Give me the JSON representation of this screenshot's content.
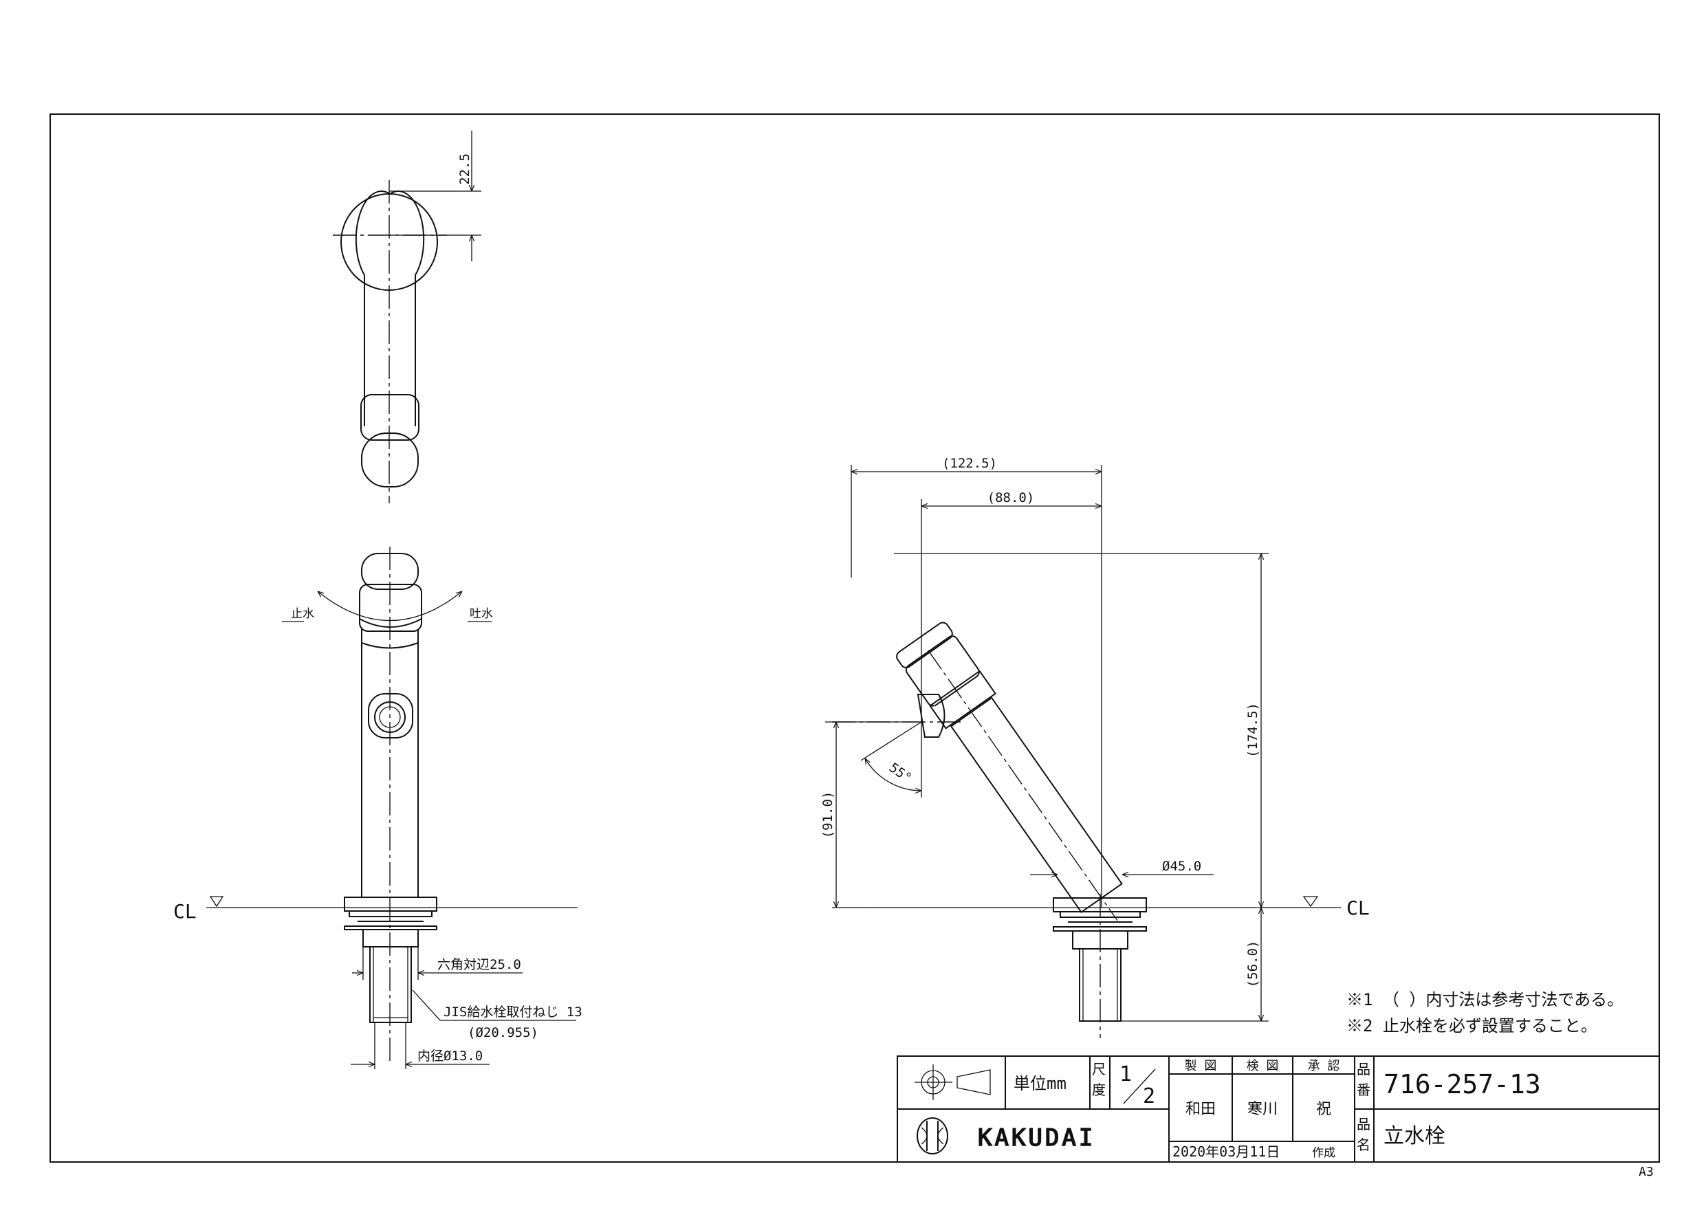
{
  "sheet": {
    "size": "A3"
  },
  "labels": {
    "stop": "止水",
    "discharge": "吐水",
    "cl_left": "CL",
    "cl_right": "CL"
  },
  "dims": {
    "top_view_offset": "22.5",
    "width_total": "(122.5)",
    "width_spout": "(88.0)",
    "height_total": "(174.5)",
    "height_outlet": "(91.0)",
    "angle": "55°",
    "diameter_body": "Ø45.0",
    "below_cl": "(56.0)",
    "hex": "六角対辺25.0",
    "jis_thread": "JIS給水栓取付ねじ 13",
    "thread_dia": "(Ø20.955)",
    "inner_dia": "内径Ø13.0"
  },
  "notes": [
    "※1 （ ）内寸法は参考寸法である。",
    "※2 止水栓を必ず設置すること。"
  ],
  "title_block": {
    "unit": "単位mm",
    "scale_label_1": "尺",
    "scale_label_2": "度",
    "scale_num": "1",
    "scale_den": "2",
    "drawn_label": "製 図",
    "checked_label": "検 図",
    "approved_label": "承 認",
    "drawn_by": "和田",
    "checked_by": "寒川",
    "approved_by": "祝",
    "part_no_label_1": "品",
    "part_no_label_2": "番",
    "part_no": "716-257-13",
    "part_name_label_1": "品",
    "part_name_label_2": "名",
    "part_name": "立水栓",
    "date": "2020年03月11日",
    "created": "作成",
    "brand": "KAKUDAI"
  }
}
